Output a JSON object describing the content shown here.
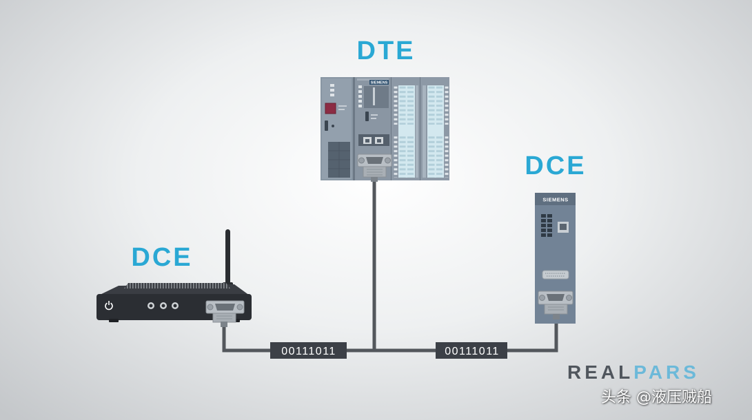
{
  "diagram": {
    "dte_label": "DTE",
    "dce_router_label": "DCE",
    "dce_module_label": "DCE",
    "cpu_brand": "SIEMENS",
    "module_brand": "SIEMENS",
    "data_frames": [
      "00111011",
      "00111011"
    ]
  },
  "logo": {
    "part1": "REAL",
    "part2": "PARS"
  },
  "watermark": "头条 @液压贼船",
  "icons": {
    "router_power": "power-icon",
    "router_antenna": "antenna-icon",
    "ethernet_port": "rj45-port-icon"
  },
  "colors": {
    "accent": "#2aa8d4",
    "cable": "#53575c",
    "data_box": "#3c4047",
    "logo_dark": "#50565d",
    "logo_light": "#6cb9d9"
  }
}
